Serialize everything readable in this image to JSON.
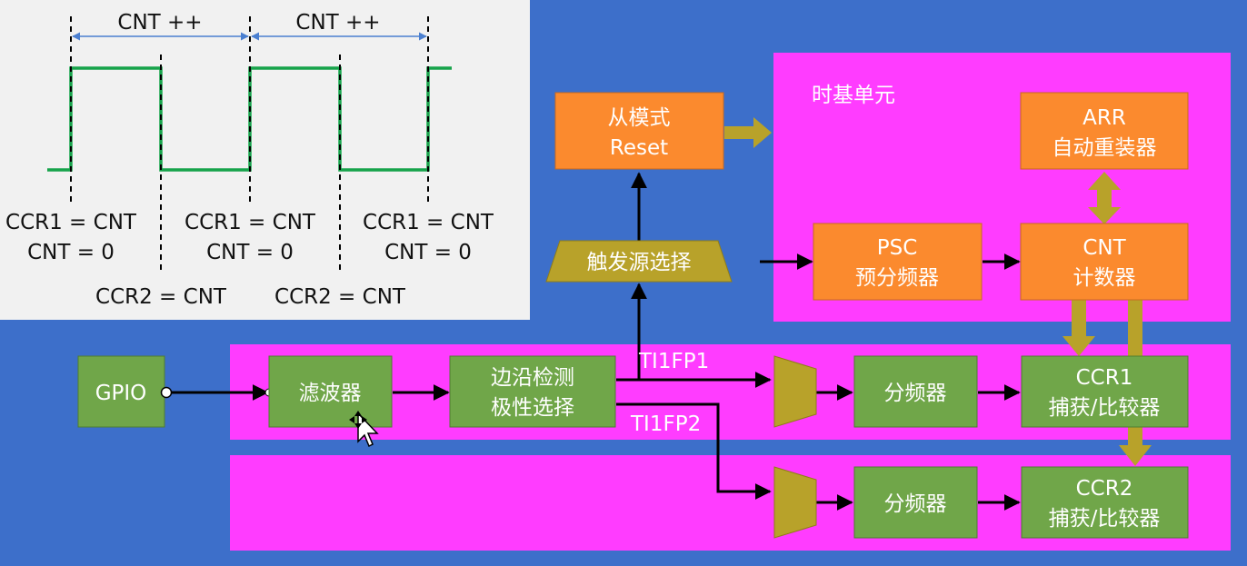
{
  "waveform": {
    "span_1": "CNT ++",
    "span_2": "CNT ++",
    "reset_1_a": "CCR1 = CNT",
    "reset_1_b": "CNT = 0",
    "reset_2_a": "CCR1 = CNT",
    "reset_2_b": "CNT = 0",
    "reset_3_a": "CCR1 = CNT",
    "reset_3_b": "CNT = 0",
    "fall_1": "CCR2 = CNT",
    "fall_2": "CCR2 = CNT"
  },
  "blocks": {
    "slave_mode_1": "从模式",
    "slave_mode_2": "Reset",
    "time_base": "时基单元",
    "arr_1": "ARR",
    "arr_2": "自动重装器",
    "trigger_select": "触发源选择",
    "psc_1": "PSC",
    "psc_2": "预分频器",
    "cnt_1": "CNT",
    "cnt_2": "计数器",
    "gpio": "GPIO",
    "filter": "滤波器",
    "edge_1": "边沿检测",
    "edge_2": "极性选择",
    "ti1fp1": "TI1FP1",
    "ti1fp2": "TI1FP2",
    "prescaler_1": "分频器",
    "prescaler_2": "分频器",
    "ccr1_1": "CCR1",
    "ccr1_2": "捕获/比较器",
    "ccr2_1": "CCR2",
    "ccr2_2": "捕获/比较器"
  },
  "colors": {
    "background": "#3d6fca",
    "panel": "#f1f1f1",
    "magenta": "#ff3cff",
    "orange": "#fb8a2e",
    "green": "#70a649",
    "gold": "#b8a22a",
    "signal": "#16a34a",
    "span_arrow": "#4a7fd0"
  }
}
